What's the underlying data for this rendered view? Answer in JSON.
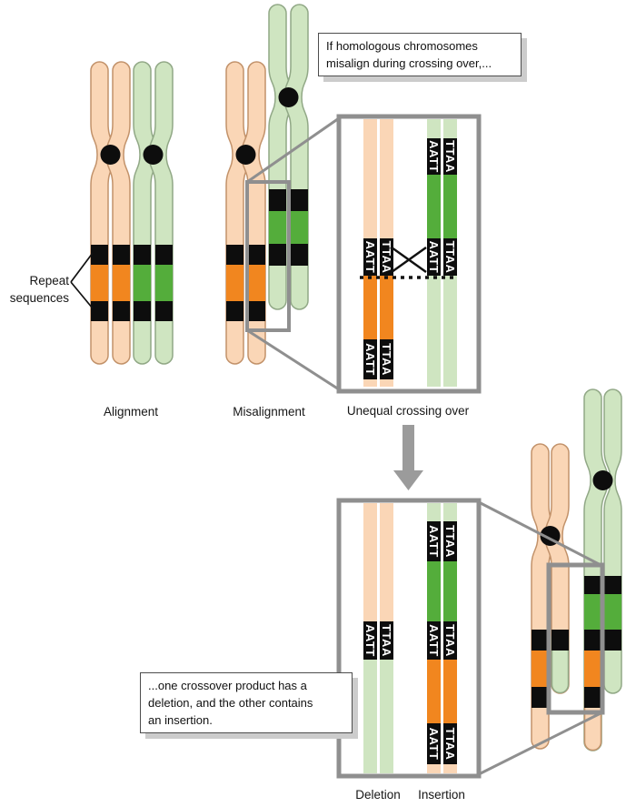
{
  "labels": {
    "repeat_line1": "Repeat",
    "repeat_line2": "sequences",
    "alignment": "Alignment",
    "misalignment": "Misalignment",
    "unequal": "Unequal crossing over",
    "deletion": "Deletion",
    "insertion": "Insertion"
  },
  "notes": {
    "misalign_lines": [
      "If homologous chromosomes",
      "misalign during crossing over,..."
    ],
    "product_lines": [
      "...one crossover product has a",
      "deletion, and the other contains",
      "an insertion."
    ]
  },
  "seq": {
    "left": "AATT",
    "right": "TTAA"
  },
  "palette": {
    "peach": "#FAD6B6",
    "peach_outline": "#C2926A",
    "orange": "#F1861F",
    "light_green": "#CFE5C1",
    "green_outline": "#91A886",
    "dark_green": "#54AD3B",
    "band_black": "#0D0D0D",
    "callout_gray": "#8F8F8F",
    "arrow_gray": "#9B9B9B",
    "note_border": "#4D4D4D",
    "note_shadow": "#CCCCCC"
  }
}
